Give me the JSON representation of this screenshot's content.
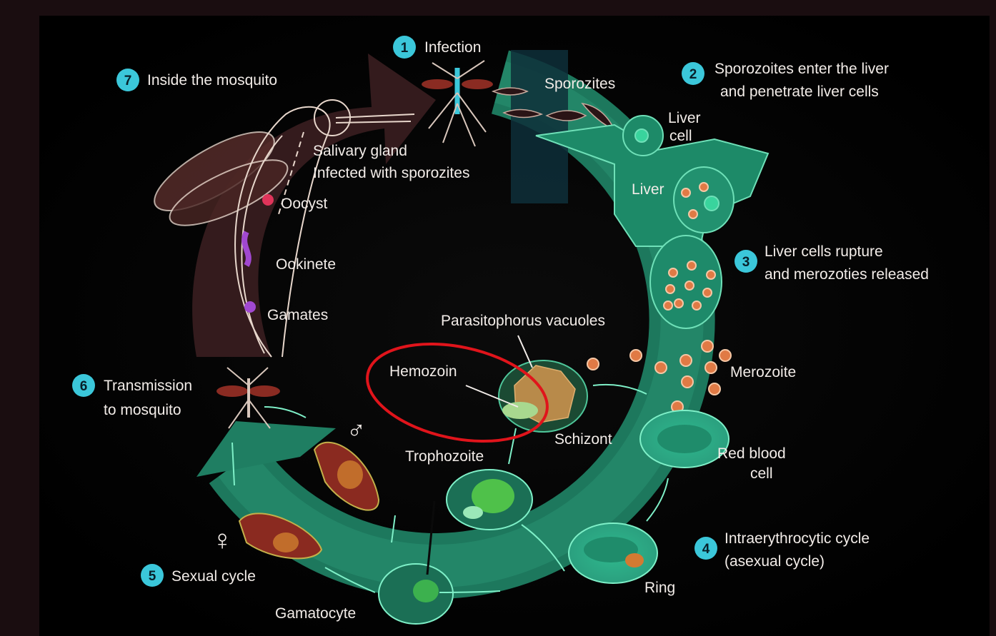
{
  "colors": {
    "background": "#000000",
    "cycle_green": "#1f7e62",
    "mosquito_arrow": "#3a1e20",
    "step_badge": "#3bc7da",
    "highlight_ring": "#e0141b",
    "merozoite": "#e07a45",
    "label_text": "#f2ece8"
  },
  "steps": [
    {
      "num": "1",
      "text": "Infection"
    },
    {
      "num": "2",
      "line1": "Sporozoites enter the liver",
      "line2": "and penetrate liver cells"
    },
    {
      "num": "3",
      "line1": "Liver cells rupture",
      "line2": "and merozoties released"
    },
    {
      "num": "4",
      "line1": "Intraerythrocytic cycle",
      "line2": "(asexual cycle)"
    },
    {
      "num": "5",
      "text": "Sexual cycle"
    },
    {
      "num": "6",
      "line1": "Transmission",
      "line2": "to mosquito"
    },
    {
      "num": "7",
      "text": "Inside the mosquito"
    }
  ],
  "labels": {
    "sporozites": "Sporozites",
    "liver_cell_1": "Liver",
    "liver_cell_2": "cell",
    "liver": "Liver",
    "salivary_1": "Salivary gland",
    "salivary_2": "Infected with sporozites",
    "oocyst": "Oocyst",
    "ookinete": "Ookinete",
    "gamates": "Gamates",
    "parasitophorus": "Parasitophorus vacuoles",
    "hemozoin": "Hemozoin",
    "merozoite": "Merozoite",
    "schizont": "Schizont",
    "trophozoite": "Trophozoite",
    "red_blood_1": "Red blood",
    "red_blood_2": "cell",
    "ring": "Ring",
    "gamatocyte": "Gamatocyte",
    "male_symbol": "♂",
    "female_symbol": "♀"
  }
}
